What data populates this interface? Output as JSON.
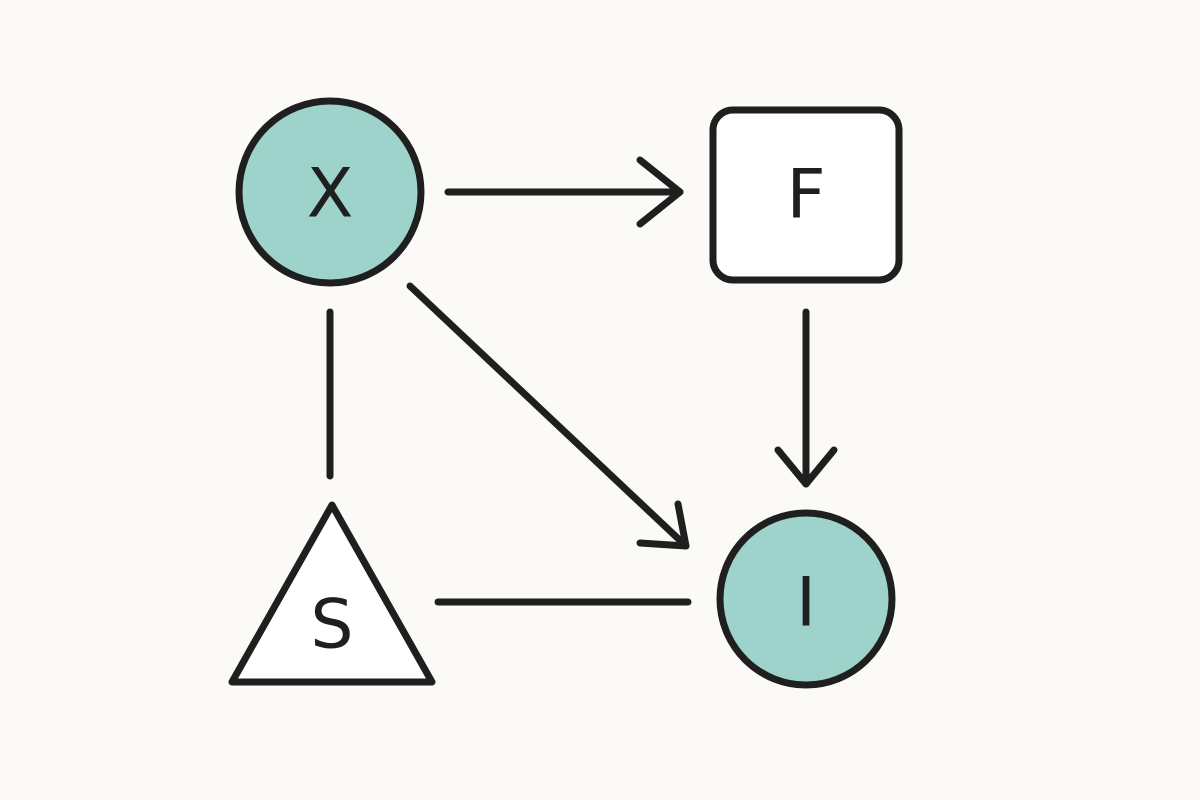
{
  "diagram": {
    "colors": {
      "background": "#fbfaf6",
      "stroke": "#1f1f1f",
      "teal_fill": "#9dd3cb",
      "white_fill": "#ffffff"
    },
    "nodes": {
      "x": {
        "label": "X",
        "shape": "circle",
        "fill": "teal"
      },
      "f": {
        "label": "F",
        "shape": "rounded-square",
        "fill": "white"
      },
      "s": {
        "label": "S",
        "shape": "triangle",
        "fill": "white"
      },
      "i": {
        "label": "I",
        "shape": "circle",
        "fill": "teal"
      }
    },
    "edges": [
      {
        "from": "X",
        "to": "F",
        "directed": true
      },
      {
        "from": "X",
        "to": "I",
        "directed": true
      },
      {
        "from": "F",
        "to": "I",
        "directed": true
      },
      {
        "from": "X",
        "to": "S",
        "directed": false
      },
      {
        "from": "S",
        "to": "I",
        "directed": false
      }
    ]
  }
}
